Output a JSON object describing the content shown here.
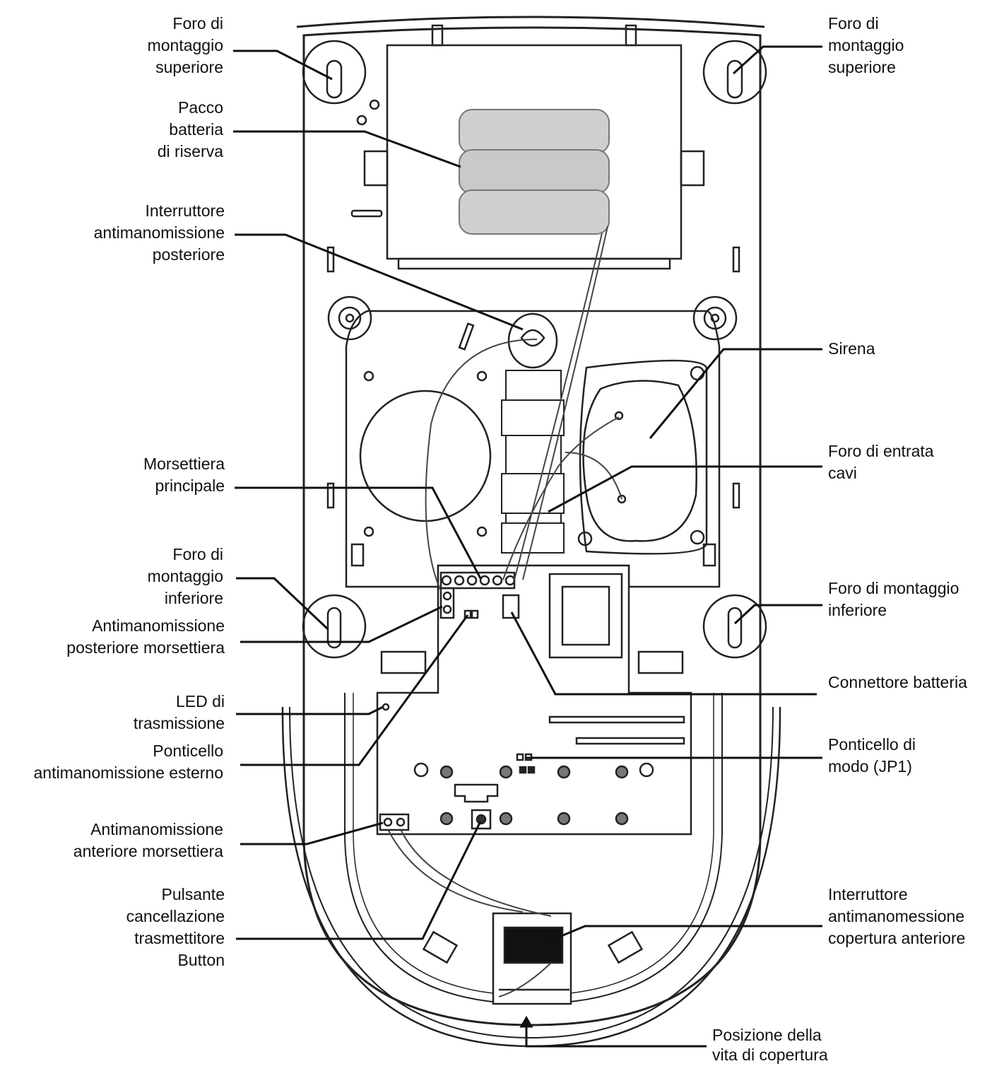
{
  "labels": {
    "top_mount_left": [
      "Foro di",
      "montaggio",
      "superiore"
    ],
    "top_mount_right": [
      "Foro di",
      "montaggio",
      "superiore"
    ],
    "battery_pack": [
      "Pacco",
      "batteria",
      "di riserva"
    ],
    "rear_tamper_switch": [
      "Interruttore",
      "antimanomissione",
      "posteriore"
    ],
    "siren": [
      "Sirena"
    ],
    "main_terminal": [
      "Morsettiera",
      "principale"
    ],
    "cable_entry": [
      "Foro di entrata",
      "cavi"
    ],
    "bottom_mount_left": [
      "Foro di",
      "montaggio",
      "inferiore"
    ],
    "bottom_mount_right": [
      "Foro di montaggio",
      "inferiore"
    ],
    "rear_tamper_terminal": [
      "Antimanomissione",
      "posteriore morsettiera"
    ],
    "battery_connector": [
      "Connettore batteria"
    ],
    "tx_led": [
      "LED di",
      "trasmissione"
    ],
    "ext_tamper_jumper": [
      "Ponticello",
      "antimanomissione esterno"
    ],
    "mode_jumper": [
      "Ponticello di",
      "modo (JP1)"
    ],
    "front_tamper_terminal": [
      "Antimanomissione",
      "anteriore morsettiera"
    ],
    "tx_clear_button": [
      "Pulsante",
      "cancellazione",
      "trasmettitore",
      "Button"
    ],
    "front_cover_tamper": [
      "Interruttore",
      "antimanomessione",
      "copertura anteriore"
    ],
    "cover_screw": [
      "Posizione della",
      "vita di copertura"
    ]
  },
  "colors": {
    "line": "#111111",
    "housing": "#ffffff",
    "battery": "#c9c9c9",
    "tamper_block": "#111111"
  }
}
